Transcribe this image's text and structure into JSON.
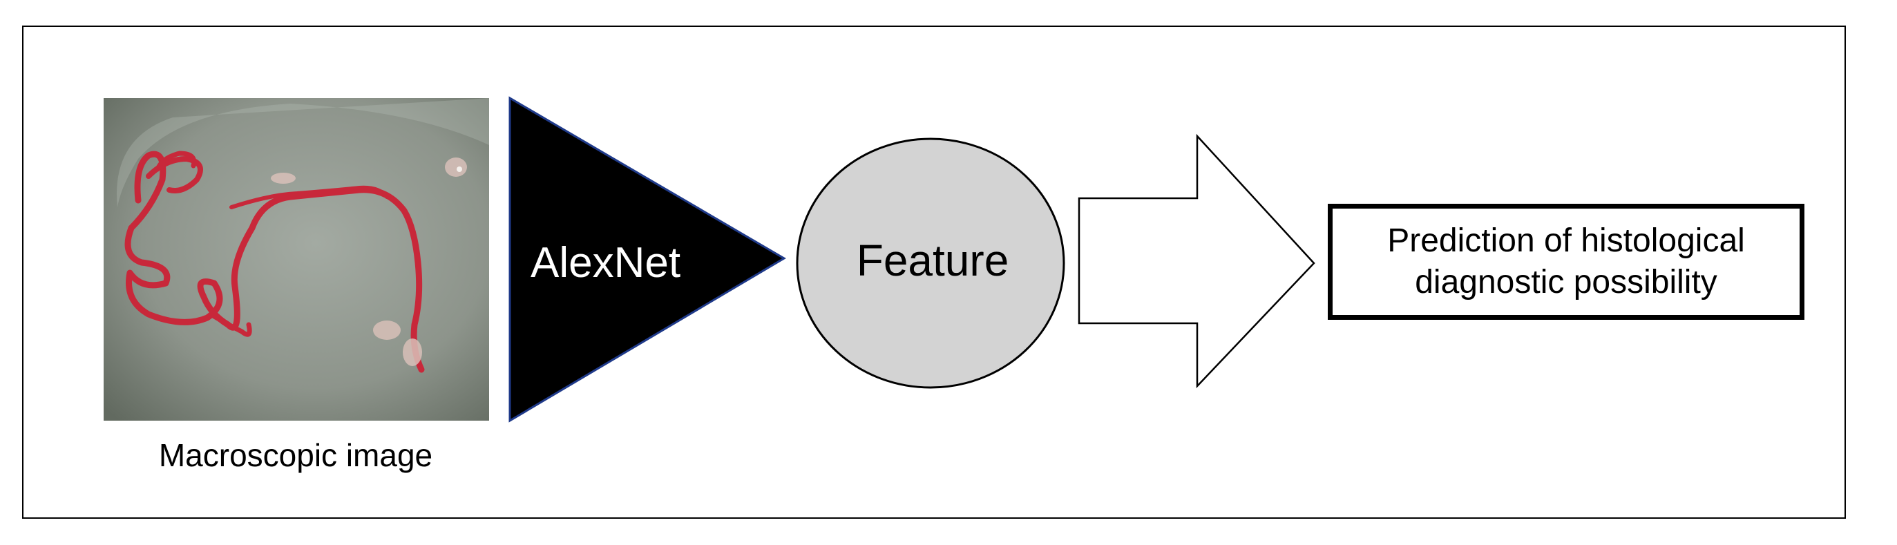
{
  "input": {
    "caption": "Macroscopic image",
    "image_icon": "specimen-photo-icon"
  },
  "model": {
    "label": "AlexNet"
  },
  "feature": {
    "label": "Feature"
  },
  "output": {
    "line1": "Prediction of histological",
    "line2": "diagnostic possibility"
  },
  "colors": {
    "photo_bg": "#8a9088",
    "specimen": "#c8283a",
    "model_fill": "#000000",
    "feature_fill": "#d3d3d3"
  }
}
